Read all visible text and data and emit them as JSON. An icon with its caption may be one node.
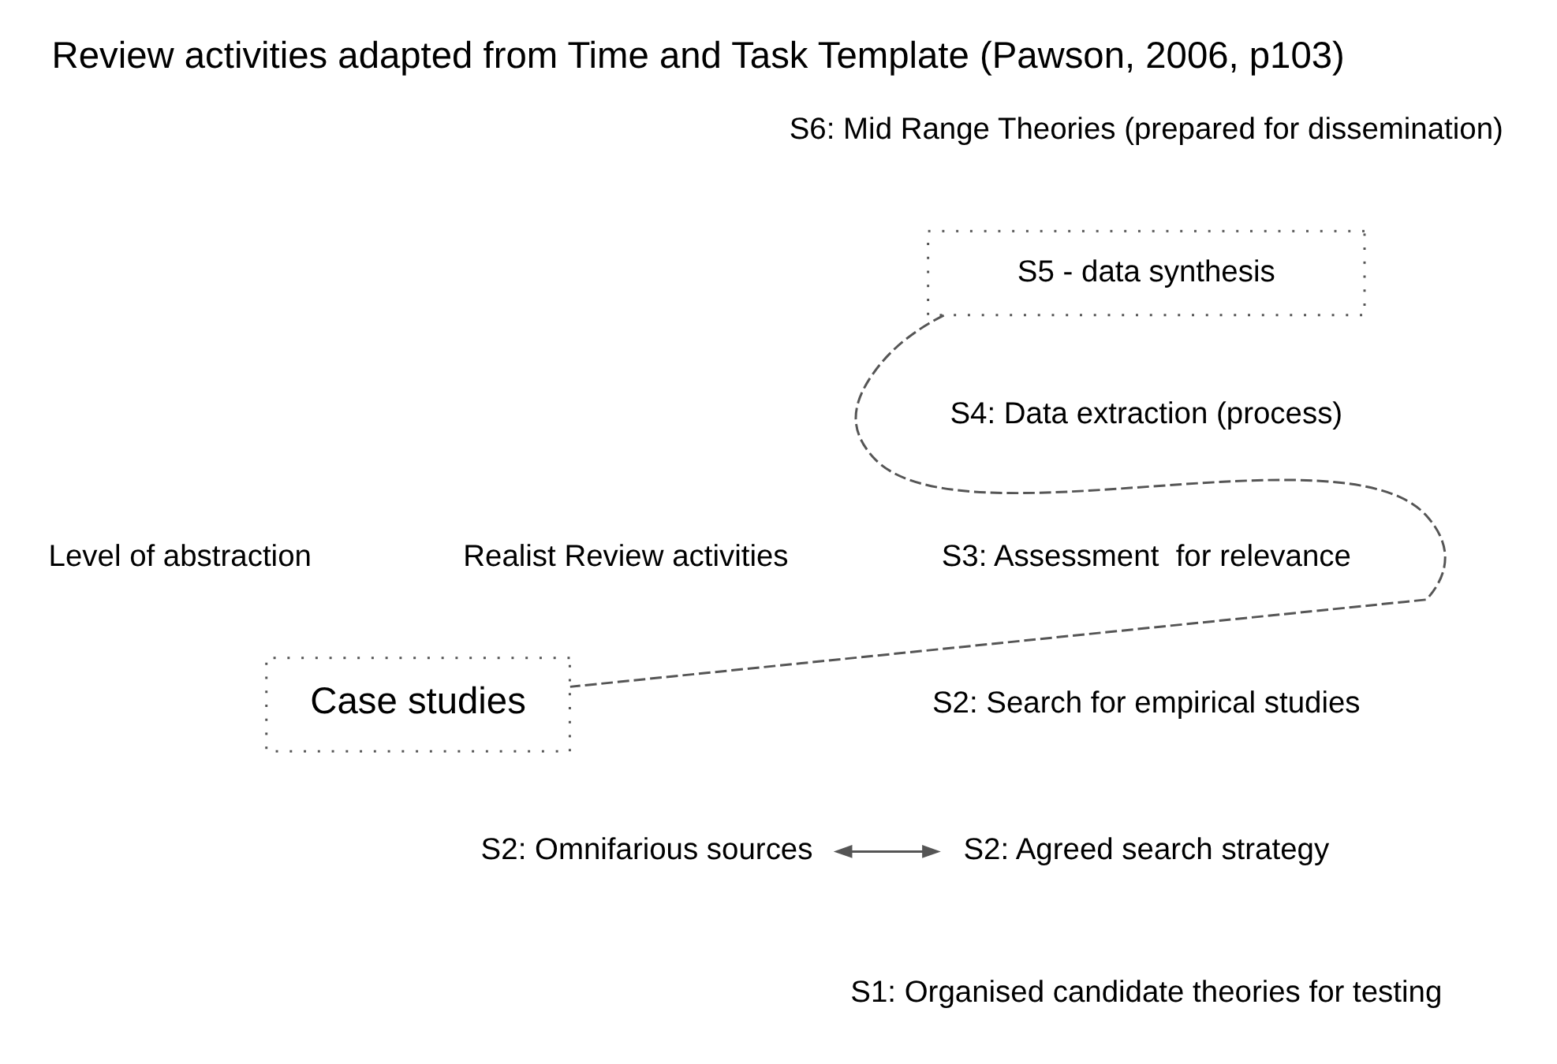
{
  "diagram": {
    "title": "Review activities adapted from Time and Task Template (Pawson, 2006, p103)",
    "nodes": [
      {
        "text": [
          "S5 - data synthesis"
        ]
      },
      {
        "text": [
          "Case studies"
        ]
      },
      {
        "text": [
          "S2: Agreed search strategy"
        ]
      },
      {
        "text": [
          "S2: Omnifarious sources"
        ]
      }
    ],
    "edges": [
      {
        "from": 0,
        "to": 1,
        "arrow": "none",
        "style": "dashed"
      },
      {
        "from": 2,
        "to": 3,
        "arrow": "both"
      }
    ],
    "labels": [
      "S6: Mid Range Theories (prepared for dissemination)",
      "S4: Data extraction (process)",
      "S3: Assessment  for relevance",
      "S2: Search for empirical studies",
      "S1: Organised candidate theories for testing",
      "Realist Review activities",
      "Level of abstraction"
    ]
  }
}
